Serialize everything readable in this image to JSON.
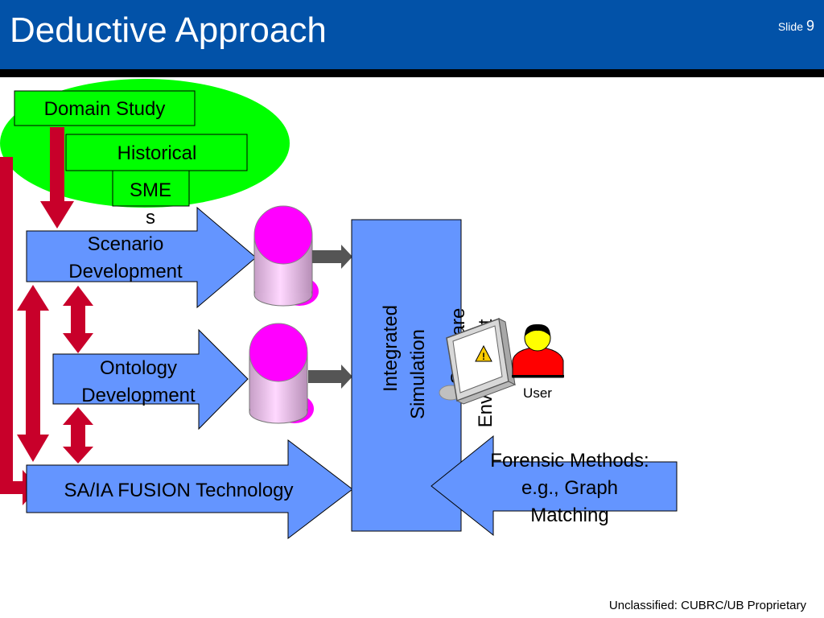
{
  "header": {
    "title": "Deductive Approach",
    "slide_label": "Slide",
    "slide_number": "9"
  },
  "diagram": {
    "domain_study": "Domain Study",
    "historical": "Historical",
    "smes_line1": "SME",
    "smes_line2": "s",
    "scenario_line1": "Scenario",
    "scenario_line2": "Development",
    "ontology_line1": "Ontology",
    "ontology_line2": "Development",
    "fusion": "SA/IA FUSION Technology",
    "sim_line1": "Integrated",
    "sim_line2": "Simulation",
    "software_env_line1": "Software",
    "software_env_line2": "Environment",
    "warning_glyph": "!",
    "user": "User",
    "forensic_line1": "Forensic Methods:",
    "forensic_line2": "e.g., Graph",
    "forensic_line3": "Matching"
  },
  "colors": {
    "header_blue": "#0252a8",
    "box_blue": "#6495ff",
    "box_green": "#00ff00",
    "arrow_red": "#c8002a",
    "db_magenta": "#ff33ff",
    "user_red": "#ff0000"
  },
  "footer": {
    "classification": "Unclassified:  CUBRC/UB Proprietary"
  }
}
